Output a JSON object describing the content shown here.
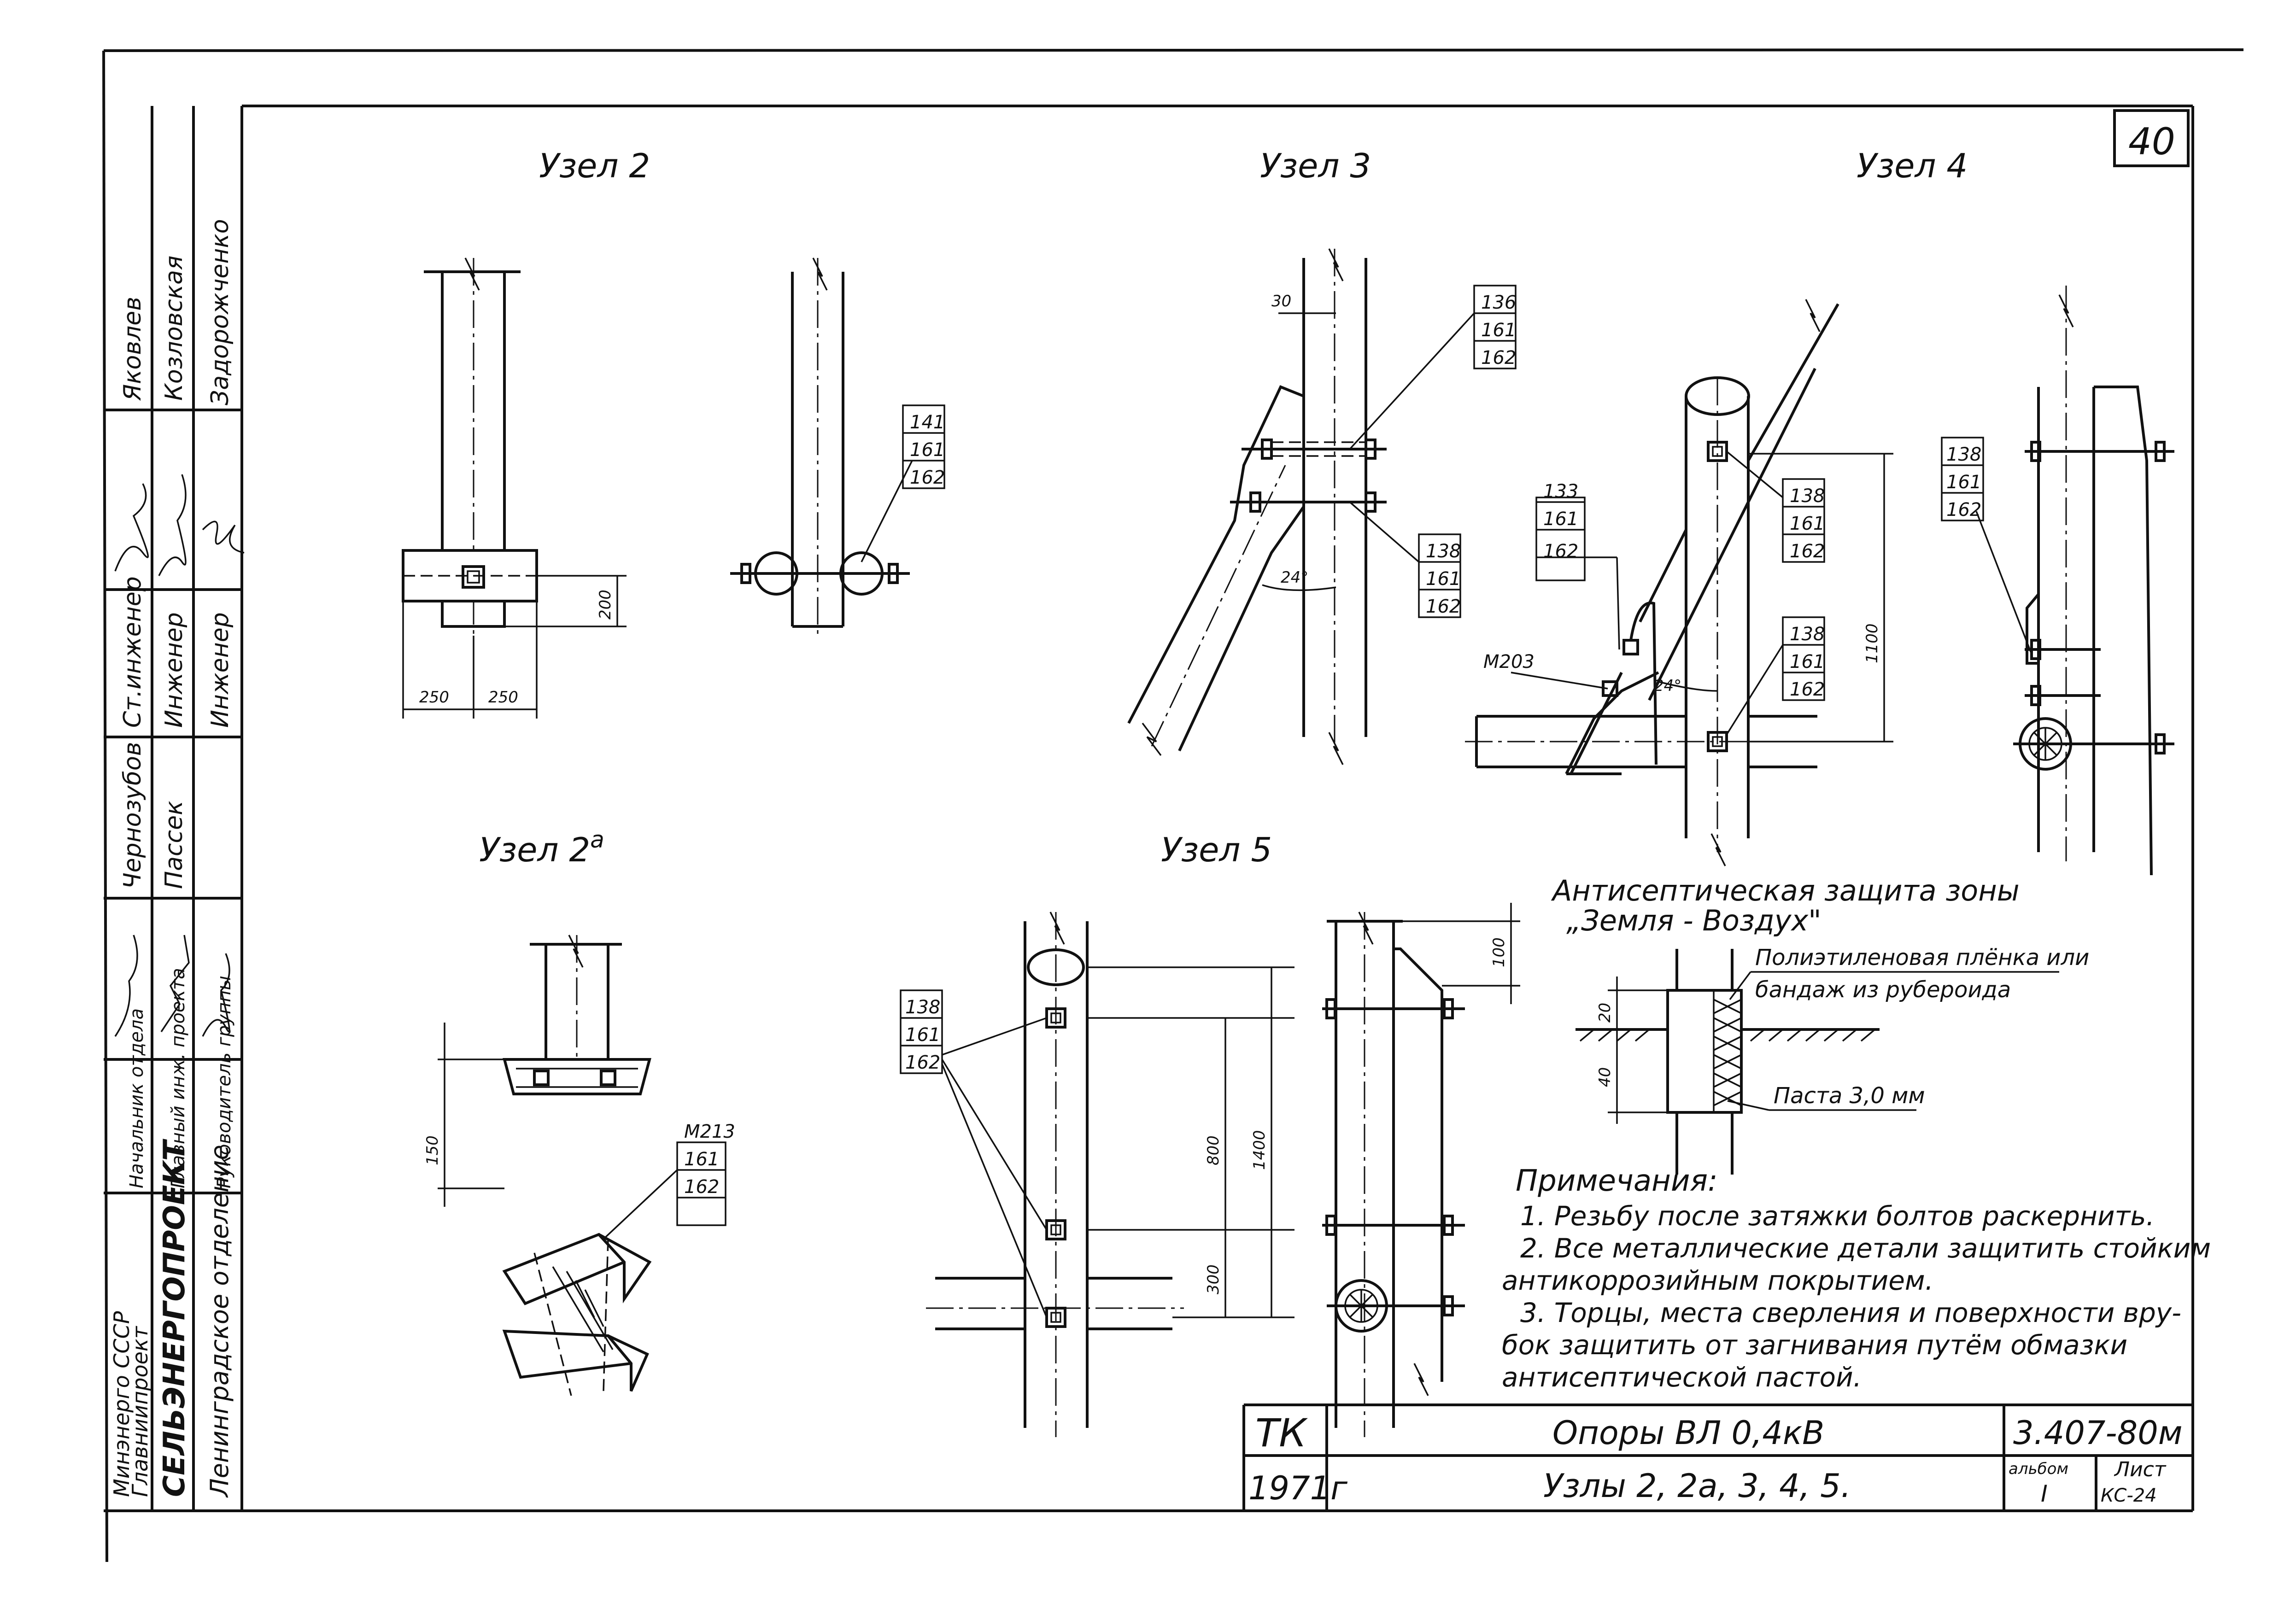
{
  "sheet": {
    "page_number": "40",
    "nodes": {
      "node2": "Узел 2",
      "node2a": "Узел 2",
      "node2a_sup": "а",
      "node3": "Узел 3",
      "node4": "Узел 4",
      "node5": "Узел 5"
    },
    "callouts": {
      "n2": [
        "141",
        "161",
        "162"
      ],
      "n3_top": [
        "136",
        "161",
        "162"
      ],
      "n3_bot": [
        "138",
        "161",
        "162"
      ],
      "n4_left": [
        "133",
        "161",
        "162"
      ],
      "n4_mid_top": [
        "138",
        "161",
        "162"
      ],
      "n4_mid_bot": [
        "138",
        "161",
        "162"
      ],
      "n4_right": [
        "138",
        "161",
        "162"
      ],
      "n2a": [
        "М213",
        "161",
        "162"
      ],
      "n5": [
        "138",
        "161",
        "162"
      ],
      "n4_bolt": "М203"
    },
    "dimensions": {
      "n2_w1": "250",
      "n2_w2": "250",
      "n2_h": "200",
      "n3_off": "30",
      "n3_angle": "24°",
      "n4_angle": "24°",
      "n4_h": "1100",
      "n2a_h": "150",
      "n5_h_total": "1400",
      "n5_h_mid": "800",
      "n5_h_low": "300",
      "n5_top": "100",
      "ant_20": "20",
      "ant_40": "40"
    },
    "antiseptic": {
      "title_line1": "Антисептическая защита зоны",
      "title_line2": "„Земля - Воздух\"",
      "film_line1": "Полиэтиленовая плёнка или",
      "film_line2": "бандаж из рубероида",
      "paste": "Паста 3,0 мм"
    },
    "notes": {
      "heading": "Примечания:",
      "n1": "1. Резьбу после затяжки болтов раскернить.",
      "n2a": "2. Все металлические детали защитить стойким",
      "n2b": "антикоррозийным покрытием.",
      "n3a": "3. Торцы, места сверления и поверхности вру-",
      "n3b": "бок защитить от загнивания путём обмазки",
      "n3c": "антисептической пастой."
    },
    "title_block": {
      "tk": "ТК",
      "year": "1971г",
      "line1": "Опоры   ВЛ 0,4кВ",
      "line2": "Узлы 2, 2а, 3, 4, 5.",
      "code": "3.407-80м",
      "album_label": "альбом",
      "album_value": "I",
      "sheet_label": "Лист",
      "sheet_value": "КС-24"
    },
    "stamp": {
      "org1": "Минэнерго СССР",
      "org2": "Главниипроект",
      "org3": "СЕЛЬЭНЕРГОПРОЕКТ",
      "org4": "Ленинградское отделение",
      "role1": "Начальник отдела",
      "role2": "Главный инж. проекта",
      "role3": "Руководитель группы",
      "name1a": "Чернозубов",
      "name1b": "Пассек",
      "post1": "Ст.инженер",
      "post2": "Инженер",
      "post3": "Инженер",
      "name2a": "Яковлев",
      "name2b": "Козловская",
      "name2c": "Задорожченко"
    }
  }
}
